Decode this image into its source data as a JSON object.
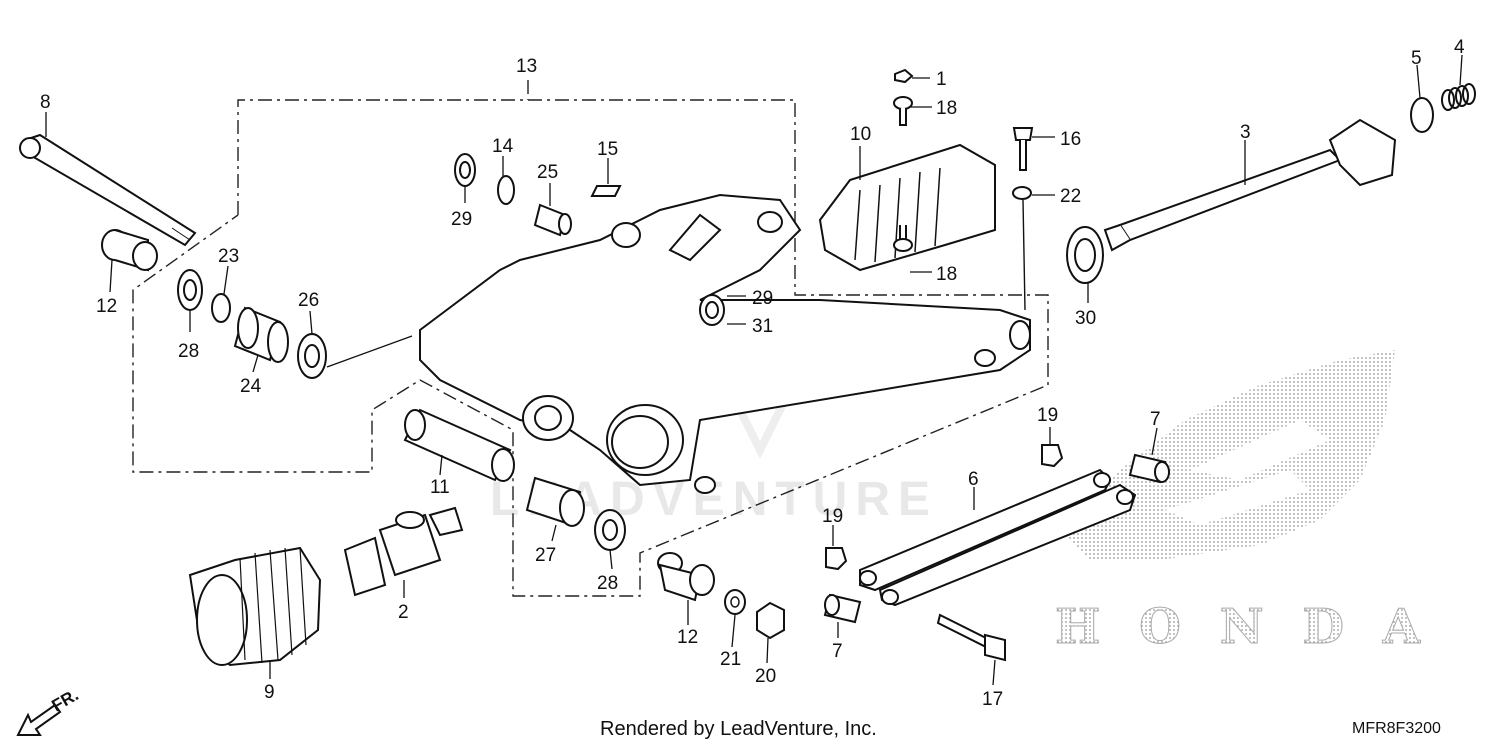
{
  "diagram": {
    "title": "",
    "callouts": [
      "1",
      "2",
      "3",
      "4",
      "5",
      "6",
      "7",
      "7",
      "8",
      "9",
      "10",
      "11",
      "12",
      "12",
      "13",
      "14",
      "15",
      "16",
      "17",
      "18",
      "18",
      "19",
      "19",
      "20",
      "21",
      "22",
      "23",
      "24",
      "25",
      "26",
      "27",
      "28",
      "28",
      "29",
      "29",
      "30",
      "31"
    ],
    "direction_marker": "FR.",
    "watermark": "LEADVENTURE",
    "brand_logo": "HONDA"
  },
  "footer": {
    "rendered_by": "Rendered by LeadVenture, Inc.",
    "part_code": "MFR8F3200"
  }
}
